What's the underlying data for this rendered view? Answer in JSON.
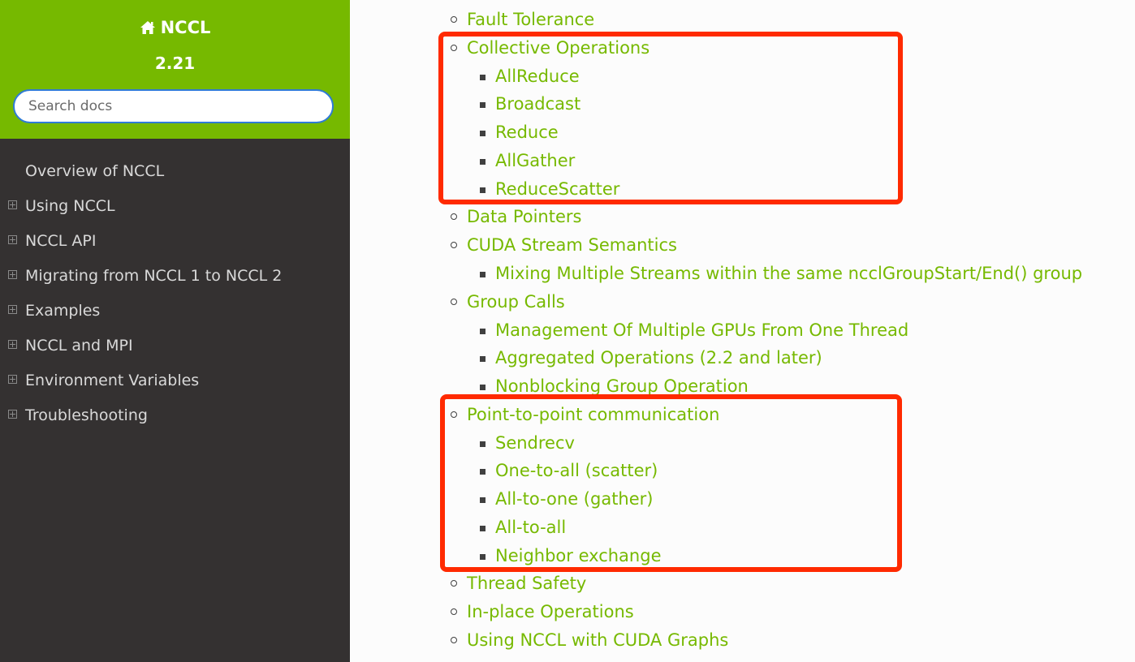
{
  "sidebar": {
    "project_name": "NCCL",
    "version": "2.21",
    "search_placeholder": "Search docs",
    "items": [
      {
        "label": "Overview of NCCL",
        "expandable": false
      },
      {
        "label": "Using NCCL",
        "expandable": true
      },
      {
        "label": "NCCL API",
        "expandable": true
      },
      {
        "label": "Migrating from NCCL 1 to NCCL 2",
        "expandable": true
      },
      {
        "label": "Examples",
        "expandable": true
      },
      {
        "label": "NCCL and MPI",
        "expandable": true
      },
      {
        "label": "Environment Variables",
        "expandable": true
      },
      {
        "label": "Troubleshooting",
        "expandable": true
      }
    ]
  },
  "toc": [
    {
      "label": "Fault Tolerance",
      "level": 2
    },
    {
      "label": "Collective Operations",
      "level": 2
    },
    {
      "label": "AllReduce",
      "level": 3
    },
    {
      "label": "Broadcast",
      "level": 3
    },
    {
      "label": "Reduce",
      "level": 3
    },
    {
      "label": "AllGather",
      "level": 3
    },
    {
      "label": "ReduceScatter",
      "level": 3
    },
    {
      "label": "Data Pointers",
      "level": 2
    },
    {
      "label": "CUDA Stream Semantics",
      "level": 2
    },
    {
      "label": "Mixing Multiple Streams within the same ncclGroupStart/End() group",
      "level": 3
    },
    {
      "label": "Group Calls",
      "level": 2
    },
    {
      "label": "Management Of Multiple GPUs From One Thread",
      "level": 3
    },
    {
      "label": "Aggregated Operations (2.2 and later)",
      "level": 3
    },
    {
      "label": "Nonblocking Group Operation",
      "level": 3
    },
    {
      "label": "Point-to-point communication",
      "level": 2
    },
    {
      "label": "Sendrecv",
      "level": 3
    },
    {
      "label": "One-to-all (scatter)",
      "level": 3
    },
    {
      "label": "All-to-one (gather)",
      "level": 3
    },
    {
      "label": "All-to-all",
      "level": 3
    },
    {
      "label": "Neighbor exchange",
      "level": 3
    },
    {
      "label": "Thread Safety",
      "level": 2
    },
    {
      "label": "In-place Operations",
      "level": 2
    },
    {
      "label": "Using NCCL with CUDA Graphs",
      "level": 2
    }
  ],
  "colors": {
    "brand_green": "#76b900",
    "sidebar_bg": "#343131",
    "highlight_red": "#ff2a00"
  }
}
